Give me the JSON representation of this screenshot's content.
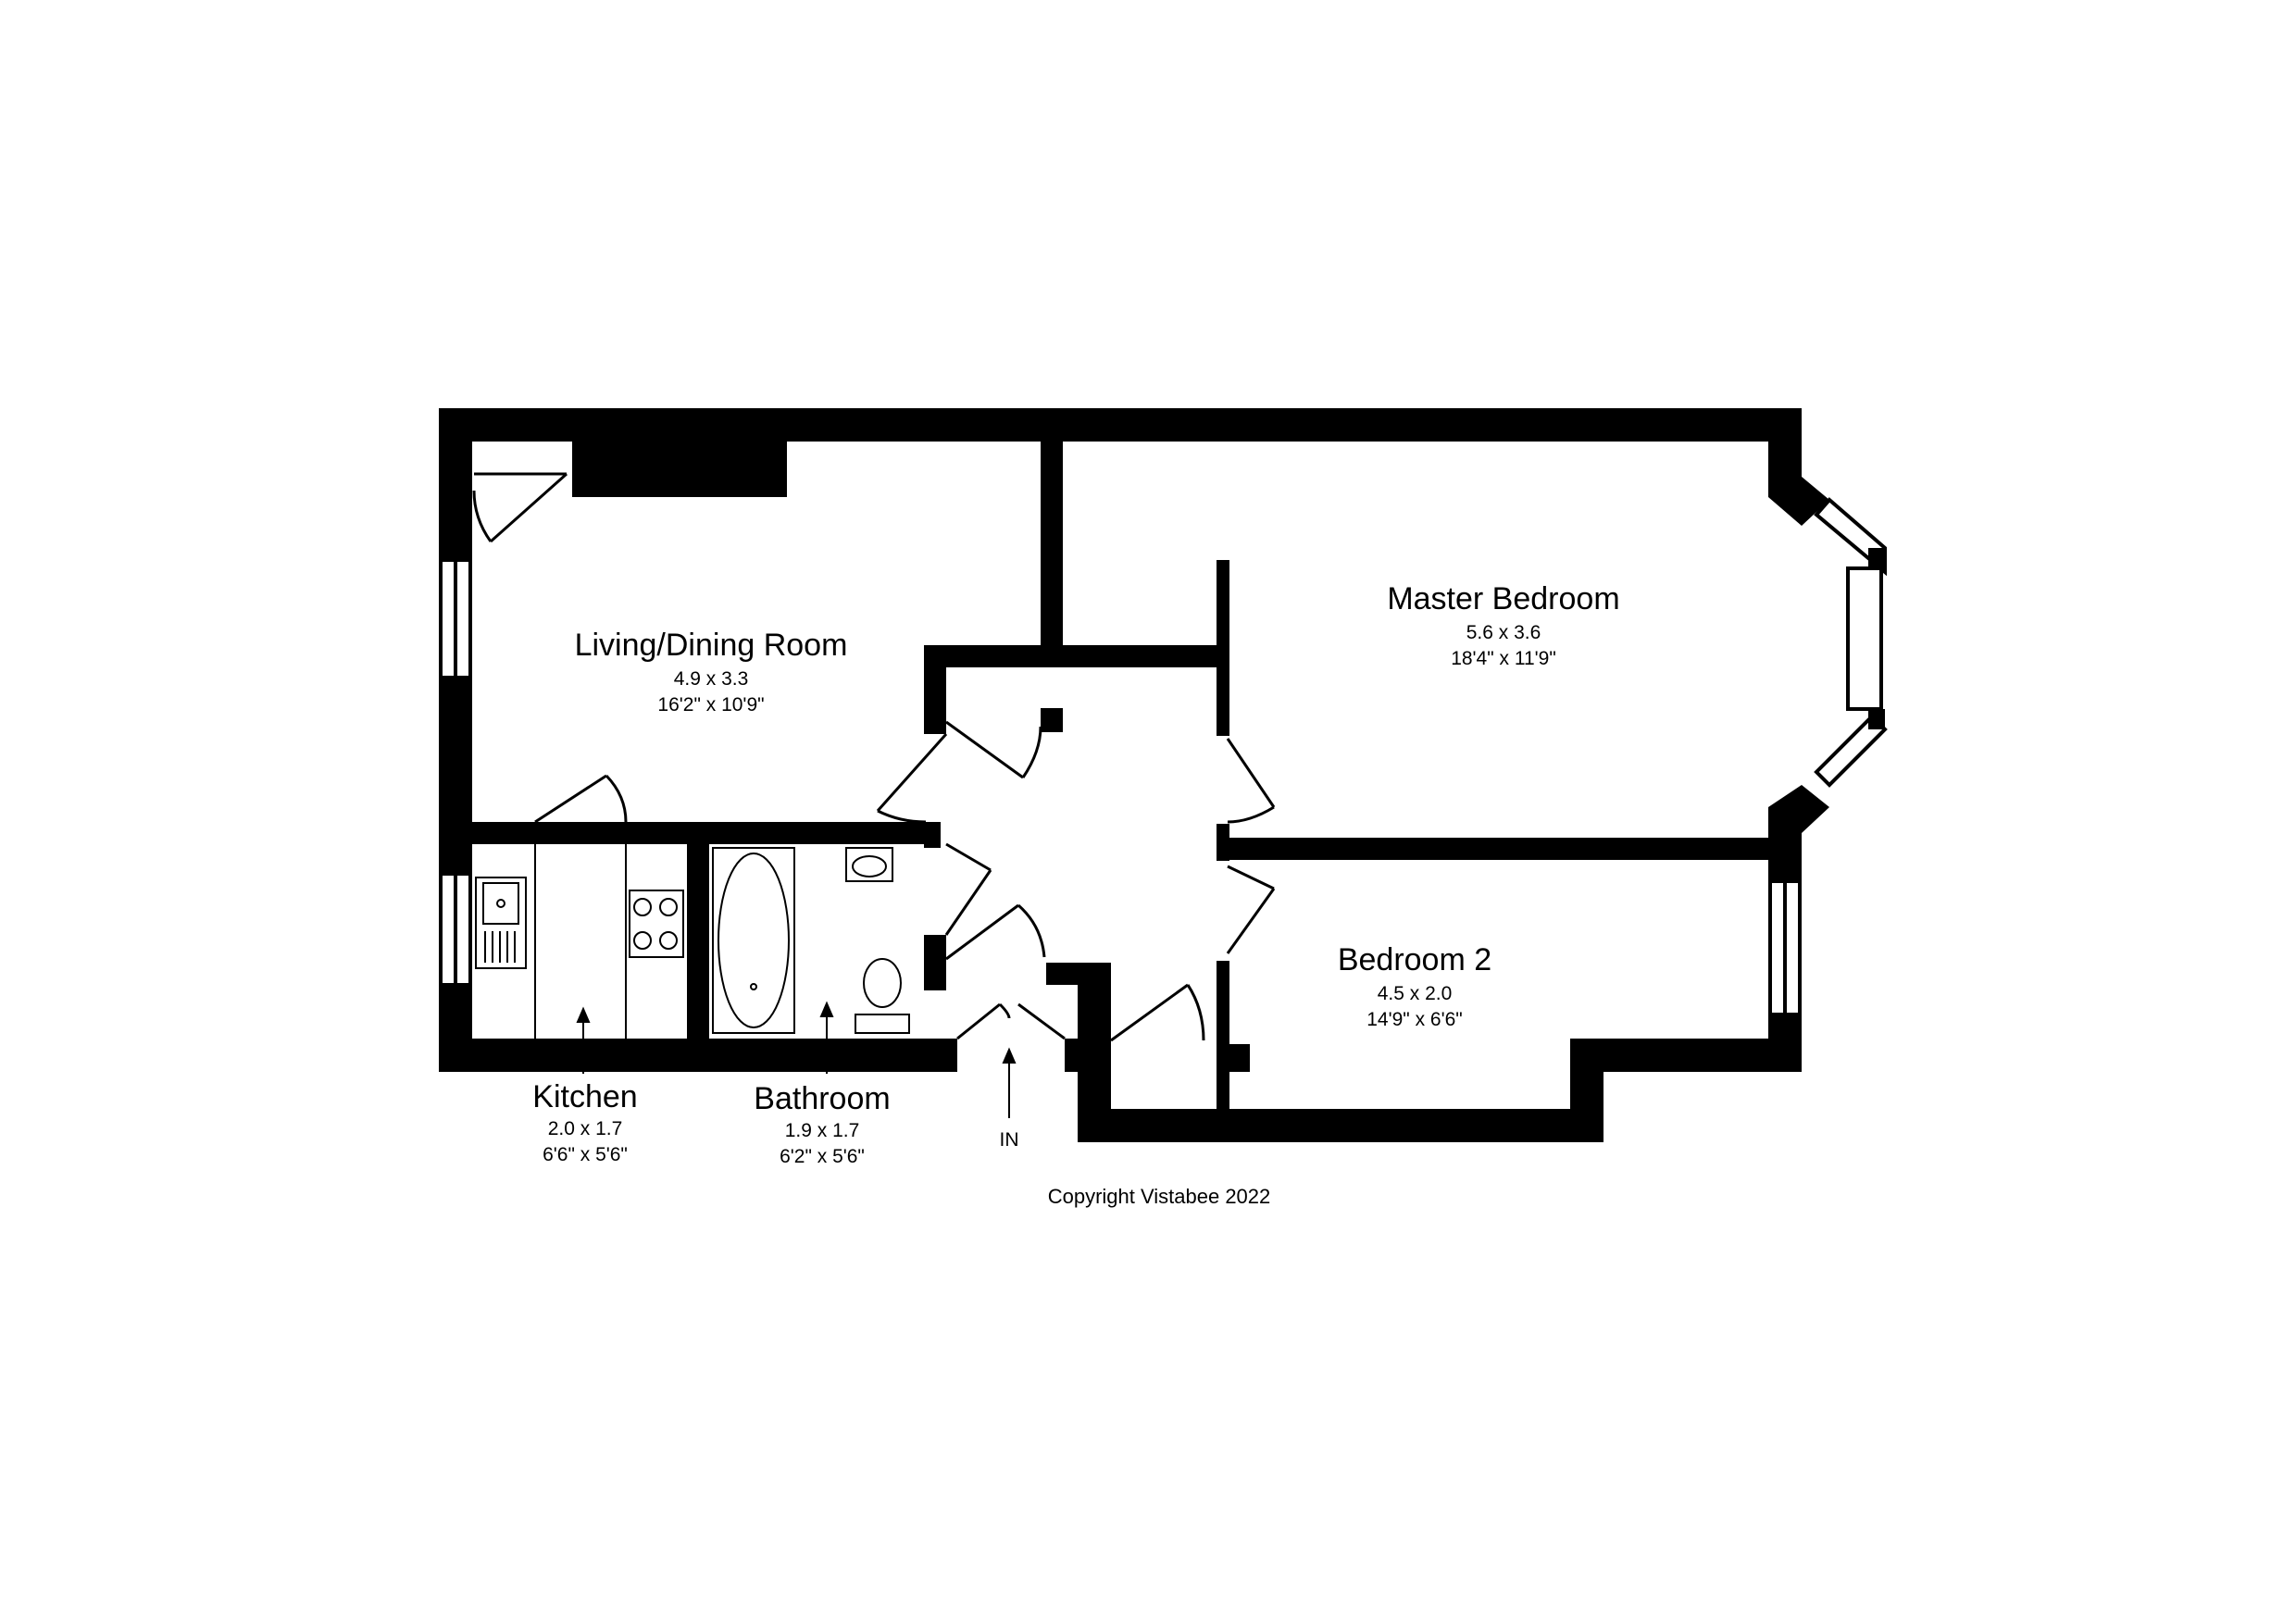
{
  "rooms": {
    "living": {
      "name": "Living/Dining Room",
      "metric": "4.9 x 3.3",
      "imperial": "16'2\" x 10'9\""
    },
    "master": {
      "name": "Master Bedroom",
      "metric": "5.6 x 3.6",
      "imperial": "18'4\" x 11'9\""
    },
    "bedroom2": {
      "name": "Bedroom 2",
      "metric": "4.5 x 2.0",
      "imperial": "14'9\" x 6'6\""
    },
    "kitchen": {
      "name": "Kitchen",
      "metric": "2.0 x 1.7",
      "imperial": "6'6\" x 5'6\""
    },
    "bathroom": {
      "name": "Bathroom",
      "metric": "1.9 x 1.7",
      "imperial": "6'2\" x 5'6\""
    }
  },
  "entrance": {
    "label": "IN"
  },
  "copyright": "Copyright Vistabee 2022",
  "colors": {
    "wall": "#000000",
    "background": "#ffffff"
  }
}
